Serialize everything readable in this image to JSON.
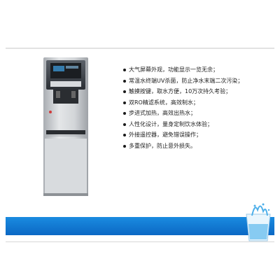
{
  "features": [
    "大气屏幕外观，功能显示一览无余；",
    "常温水终端UV杀菌，防止净水末端二次污染；",
    "触摸按键，取水方便，10万次持久考验；",
    "双RO精滤系统，高效制水；",
    "步进式加热，高效出热水；",
    "人性化设计，量身定制饮水体验；",
    "外接遥控器，避免错误操作；",
    "多重保护，防止意外损失。"
  ],
  "colors": {
    "band": "#1278d2",
    "body": "#c9ccd0"
  },
  "icons": {
    "product": "water-dispenser-image",
    "decoration": "water-glass-splash-icon"
  }
}
